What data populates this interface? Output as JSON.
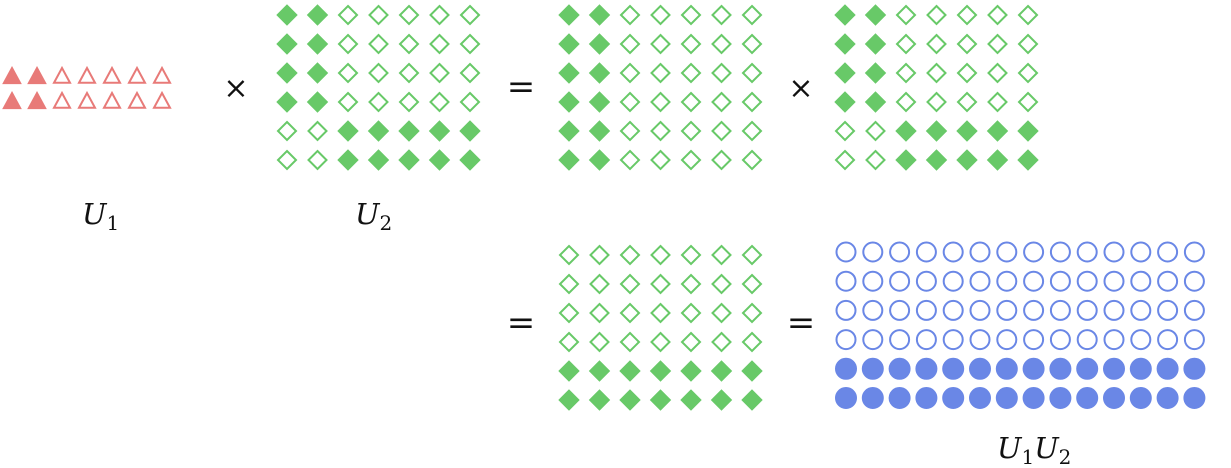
{
  "colors": {
    "triangle": "#e87a78",
    "diamond": "#68c968",
    "circle": "#6a87e6",
    "text": "#111111"
  },
  "operators": {
    "times": "×",
    "equals": "="
  },
  "labels": {
    "u1": {
      "main": "U",
      "sub": "1"
    },
    "u2": {
      "main": "U",
      "sub": "2"
    },
    "u1u2": {
      "main1": "U",
      "sub1": "1",
      "main2": "U",
      "sub2": "2"
    }
  },
  "matrices": {
    "u1": {
      "shape": "triangle",
      "rows": 2,
      "cols": 7,
      "filled": [
        [
          1,
          1,
          0,
          0,
          0,
          0,
          0
        ],
        [
          1,
          1,
          0,
          0,
          0,
          0,
          0
        ]
      ]
    },
    "u2": {
      "shape": "diamond",
      "rows": 6,
      "cols": 7,
      "filled": [
        [
          1,
          1,
          0,
          0,
          0,
          0,
          0
        ],
        [
          1,
          1,
          0,
          0,
          0,
          0,
          0
        ],
        [
          1,
          1,
          0,
          0,
          0,
          0,
          0
        ],
        [
          1,
          1,
          0,
          0,
          0,
          0,
          0
        ],
        [
          0,
          0,
          1,
          1,
          1,
          1,
          1
        ],
        [
          0,
          0,
          1,
          1,
          1,
          1,
          1
        ]
      ]
    },
    "step1_left": {
      "shape": "diamond",
      "rows": 6,
      "cols": 7,
      "filled": [
        [
          1,
          1,
          0,
          0,
          0,
          0,
          0
        ],
        [
          1,
          1,
          0,
          0,
          0,
          0,
          0
        ],
        [
          1,
          1,
          0,
          0,
          0,
          0,
          0
        ],
        [
          1,
          1,
          0,
          0,
          0,
          0,
          0
        ],
        [
          1,
          1,
          0,
          0,
          0,
          0,
          0
        ],
        [
          1,
          1,
          0,
          0,
          0,
          0,
          0
        ]
      ]
    },
    "step1_right": {
      "shape": "diamond",
      "rows": 6,
      "cols": 7,
      "filled": [
        [
          1,
          1,
          0,
          0,
          0,
          0,
          0
        ],
        [
          1,
          1,
          0,
          0,
          0,
          0,
          0
        ],
        [
          1,
          1,
          0,
          0,
          0,
          0,
          0
        ],
        [
          1,
          1,
          0,
          0,
          0,
          0,
          0
        ],
        [
          0,
          0,
          1,
          1,
          1,
          1,
          1
        ],
        [
          0,
          0,
          1,
          1,
          1,
          1,
          1
        ]
      ]
    },
    "step2": {
      "shape": "diamond",
      "rows": 6,
      "cols": 7,
      "filled": [
        [
          0,
          0,
          0,
          0,
          0,
          0,
          0
        ],
        [
          0,
          0,
          0,
          0,
          0,
          0,
          0
        ],
        [
          0,
          0,
          0,
          0,
          0,
          0,
          0
        ],
        [
          0,
          0,
          0,
          0,
          0,
          0,
          0
        ],
        [
          1,
          1,
          1,
          1,
          1,
          1,
          1
        ],
        [
          1,
          1,
          1,
          1,
          1,
          1,
          1
        ]
      ]
    },
    "result": {
      "shape": "circle",
      "rows": 6,
      "cols": 14,
      "filled": [
        [
          0,
          0,
          0,
          0,
          0,
          0,
          0,
          0,
          0,
          0,
          0,
          0,
          0,
          0
        ],
        [
          0,
          0,
          0,
          0,
          0,
          0,
          0,
          0,
          0,
          0,
          0,
          0,
          0,
          0
        ],
        [
          0,
          0,
          0,
          0,
          0,
          0,
          0,
          0,
          0,
          0,
          0,
          0,
          0,
          0
        ],
        [
          0,
          0,
          0,
          0,
          0,
          0,
          0,
          0,
          0,
          0,
          0,
          0,
          0,
          0
        ],
        [
          1,
          1,
          1,
          1,
          1,
          1,
          1,
          1,
          1,
          1,
          1,
          1,
          1,
          1
        ],
        [
          1,
          1,
          1,
          1,
          1,
          1,
          1,
          1,
          1,
          1,
          1,
          1,
          1,
          1
        ]
      ]
    }
  }
}
